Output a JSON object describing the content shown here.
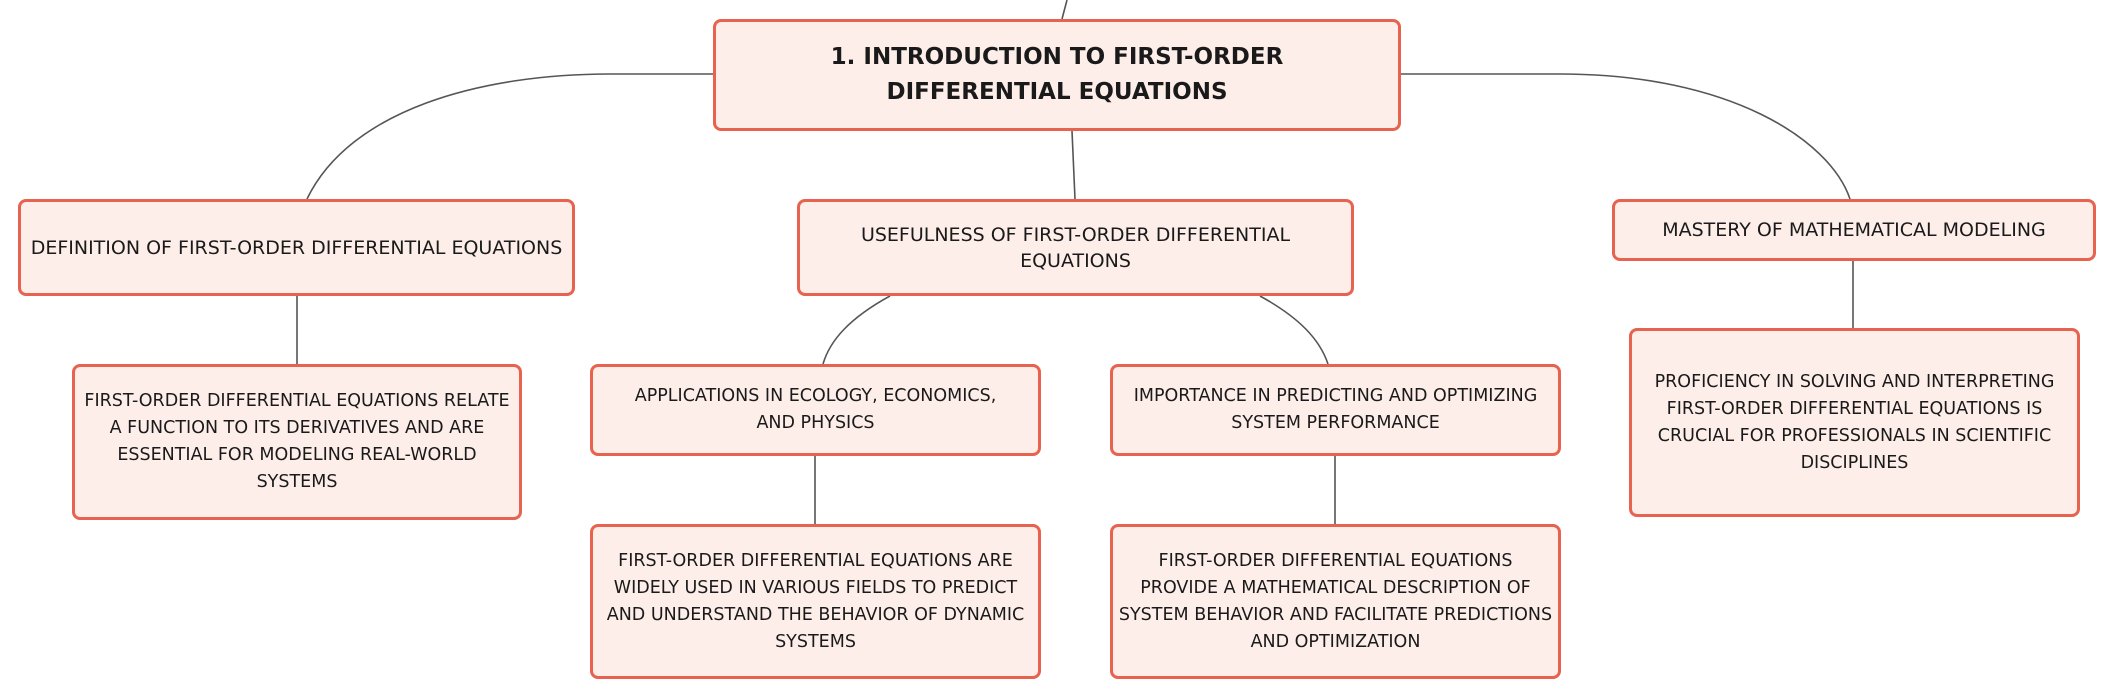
{
  "diagram": {
    "root": {
      "label": "1. INTRODUCTION TO FIRST-ORDER DIFFERENTIAL EQUATIONS"
    },
    "nodes": {
      "definition": {
        "label": "DEFINITION OF FIRST-ORDER DIFFERENTIAL EQUATIONS"
      },
      "usefulness": {
        "label": "USEFULNESS OF FIRST-ORDER DIFFERENTIAL EQUATIONS"
      },
      "mastery": {
        "label": "MASTERY OF MATHEMATICAL MODELING"
      },
      "definition_detail": {
        "label": "FIRST-ORDER DIFFERENTIAL EQUATIONS RELATE A FUNCTION TO ITS DERIVATIVES AND ARE ESSENTIAL FOR MODELING REAL-WORLD SYSTEMS"
      },
      "applications": {
        "label": "APPLICATIONS IN ECOLOGY, ECONOMICS, AND PHYSICS"
      },
      "importance": {
        "label": "IMPORTANCE IN PREDICTING AND OPTIMIZING SYSTEM PERFORMANCE"
      },
      "mastery_detail": {
        "label": "PROFICIENCY IN SOLVING AND INTERPRETING FIRST-ORDER DIFFERENTIAL EQUATIONS IS CRUCIAL FOR PROFESSIONALS IN SCIENTIFIC DISCIPLINES"
      },
      "applications_detail": {
        "label": "FIRST-ORDER DIFFERENTIAL EQUATIONS ARE WIDELY USED IN VARIOUS FIELDS TO PREDICT AND UNDERSTAND THE BEHAVIOR OF DYNAMIC SYSTEMS"
      },
      "importance_detail": {
        "label": "FIRST-ORDER DIFFERENTIAL EQUATIONS PROVIDE A MATHEMATICAL DESCRIPTION OF SYSTEM BEHAVIOR AND FACILITATE PREDICTIONS AND OPTIMIZATION"
      }
    },
    "colors": {
      "node_fill": "#fdeee9",
      "node_border": "#e8634f",
      "connector": "#555555",
      "text": "#1a1a1a"
    }
  }
}
